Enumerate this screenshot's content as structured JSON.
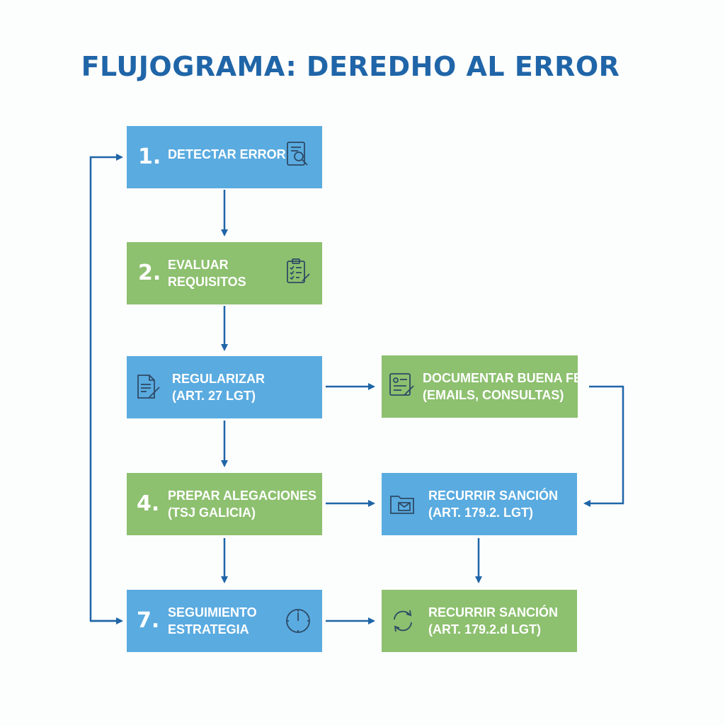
{
  "title": "FLUJOGRAMA: DEREDHO AL ERROR",
  "steps": [
    {
      "number": "1.",
      "line1": "DETECTAR ERROR",
      "line2": "",
      "icon": "magnifier-document-icon",
      "color": "blue"
    },
    {
      "number": "2.",
      "line1": "EVALUAR",
      "line2": "REQUISITOS",
      "icon": "checklist-icon",
      "color": "green"
    },
    {
      "number": "",
      "line1": "REGULARIZAR",
      "line2": "(ART. 27 LGT)",
      "icon": "document-edit-icon",
      "color": "blue"
    },
    {
      "number": "",
      "line1": "DOCUMENTAR BUENA FE",
      "line2": "(EMAILS, CONSULTAS)",
      "icon": "form-edit-icon",
      "color": "green"
    },
    {
      "number": "4.",
      "line1": "PREPAR ALEGACIONES",
      "line2": "(TSJ GALICIA)",
      "icon": "",
      "color": "green"
    },
    {
      "number": "",
      "line1": "RECURRIR SANCIÓN",
      "line2": "(ART. 179.2. LGT)",
      "icon": "folder-mail-icon",
      "color": "blue"
    },
    {
      "number": "7.",
      "line1": "SEGUIMIENTO",
      "line2": "ESTRATEGIA",
      "icon": "clock-icon",
      "color": "blue"
    },
    {
      "number": "",
      "line1": "RECURRIR SANCIÓN",
      "line2": "(ART. 179.2.d LGT)",
      "icon": "refresh-arrows-icon",
      "color": "green"
    }
  ],
  "colors": {
    "title": "#1f65a8",
    "blue_box": "#5aabe0",
    "green_box": "#8dc06f",
    "arrow": "#1f65a8",
    "icon_stroke": "#2e4a66"
  }
}
